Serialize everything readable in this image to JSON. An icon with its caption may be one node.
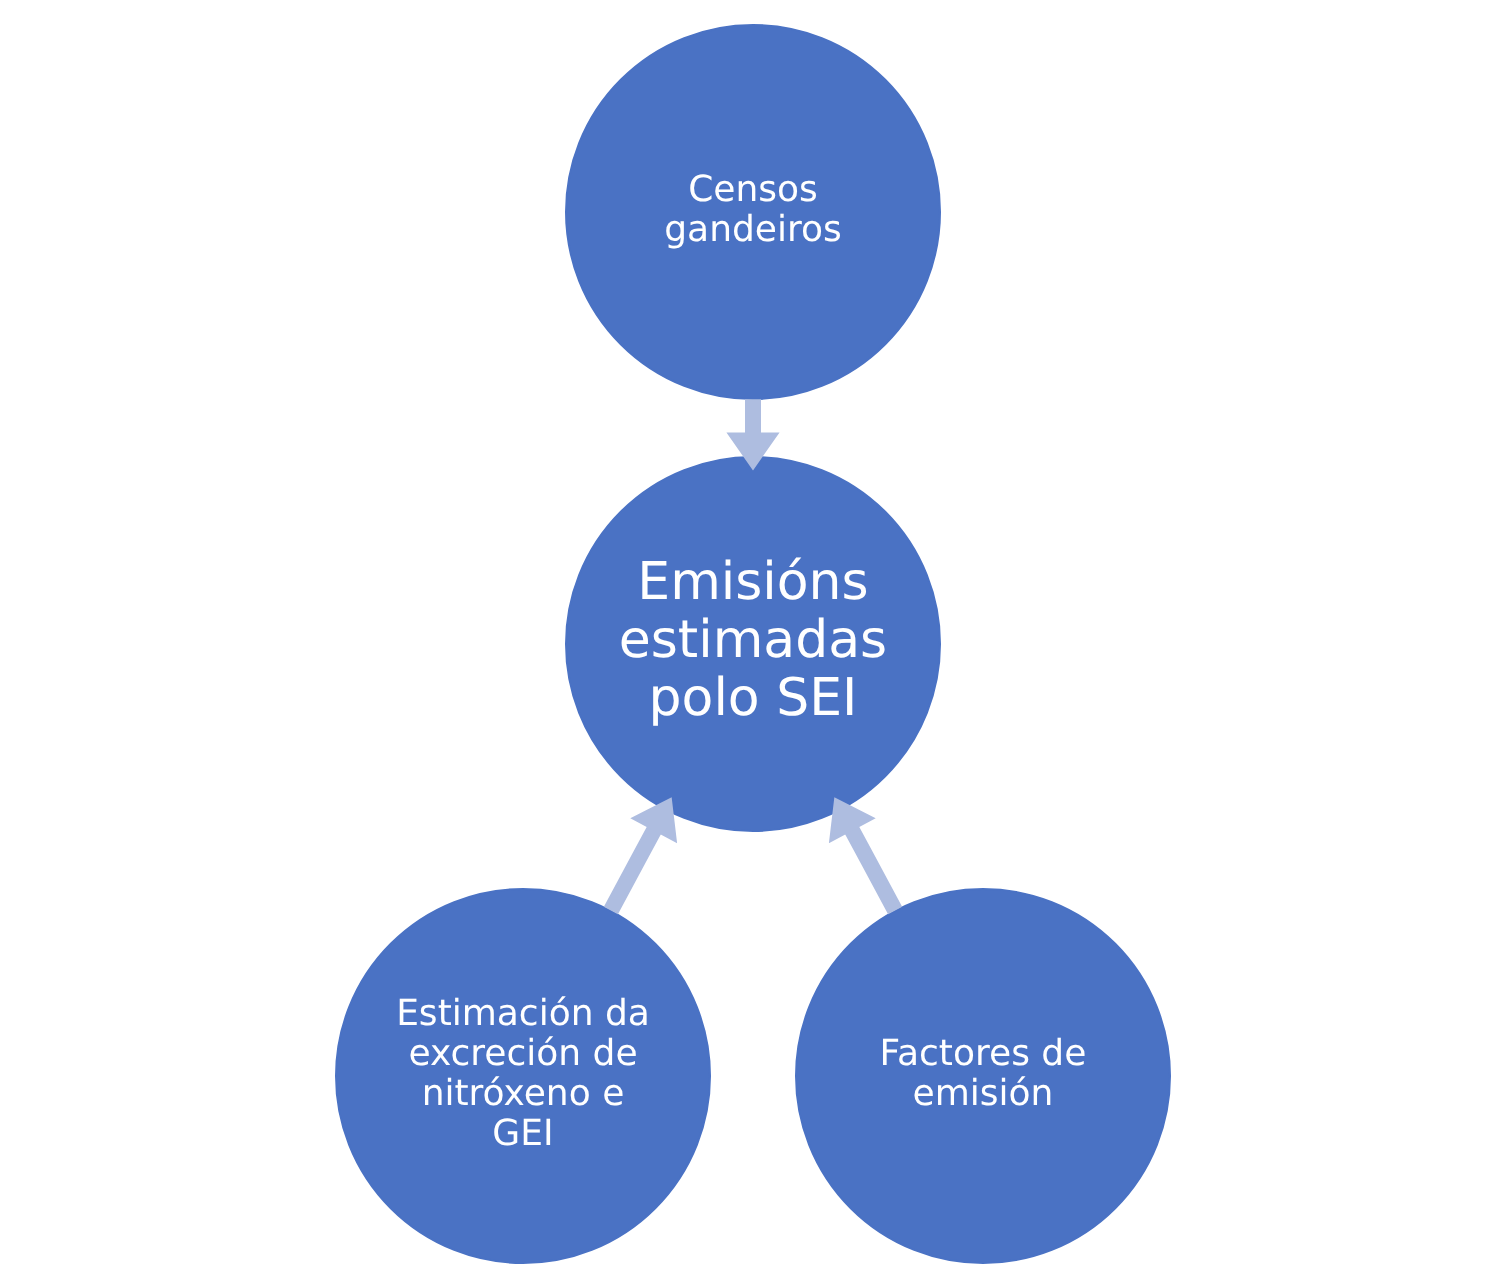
{
  "diagram": {
    "nodes": [
      {
        "text": [
          "Censos gandeiros"
        ]
      },
      {
        "text": [
          "Emisións estimadas polo SEI"
        ]
      },
      {
        "text": [
          "Estimación da excreción de nitróxeno e GEI"
        ]
      },
      {
        "text": [
          "Factores de emisión"
        ]
      }
    ],
    "edges": [
      {
        "from": 0,
        "to": 1,
        "arrow": "to"
      },
      {
        "from": 2,
        "to": 1,
        "arrow": "to"
      },
      {
        "from": 3,
        "to": 1,
        "arrow": "to"
      }
    ]
  }
}
